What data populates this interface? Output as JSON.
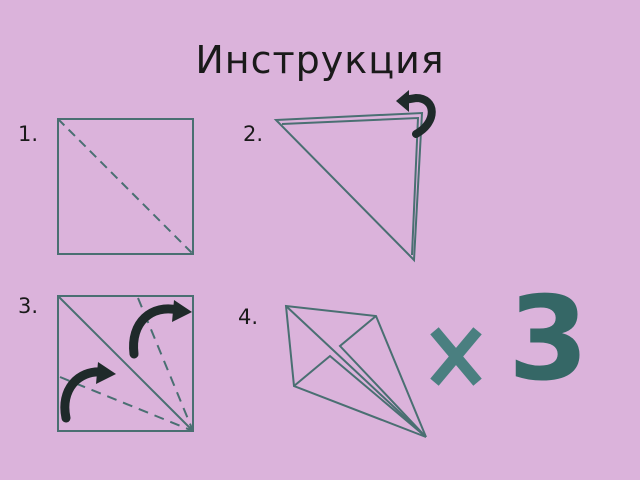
{
  "title": "Инструкция",
  "steps": [
    "1.",
    "2.",
    "3.",
    "4."
  ],
  "multiplier": "3",
  "colors": {
    "background": "#dbb3db",
    "line": "#4a6f72",
    "arrow": "#1f2a2a",
    "times_sign": "#4a7f80",
    "multiplier": "#356766"
  }
}
